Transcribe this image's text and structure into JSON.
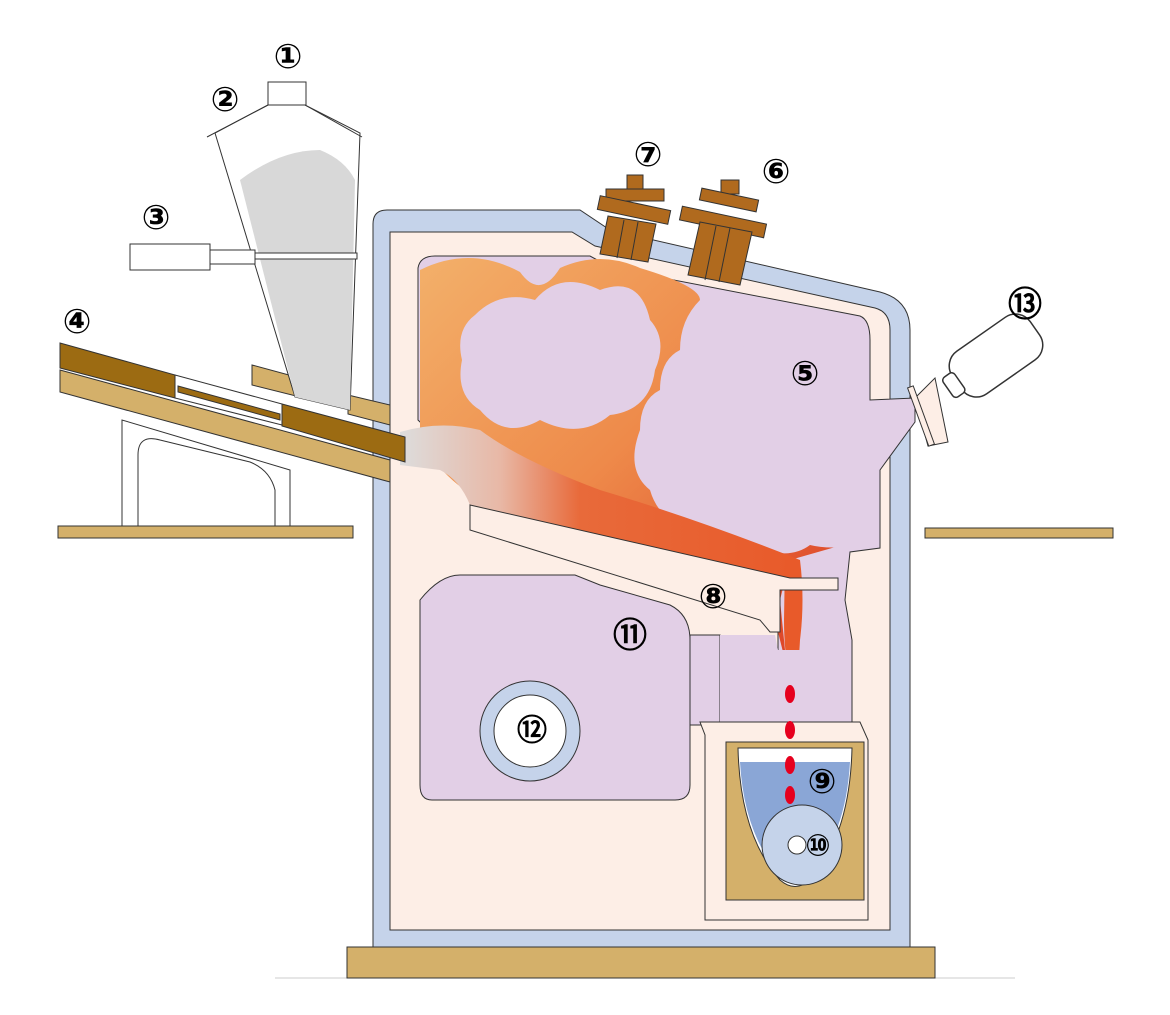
{
  "labels": {
    "n1": "①",
    "n2": "②",
    "n3": "③",
    "n4": "④",
    "n5": "⑤",
    "n6": "⑥",
    "n7": "⑦",
    "n8": "⑧",
    "n9": "⑨",
    "n10": "⑩",
    "n11": "⑪",
    "n12": "⑫",
    "n13": "⑬"
  },
  "colors": {
    "outer_casing": "#c5d3ea",
    "refractory": "#fdeee6",
    "chamber": "#e2cfe6",
    "flame_hot": "#d9331f",
    "flame_warm": "#ee8a4a",
    "flame_light": "#f3b06a",
    "base": "#d4b06a",
    "feeder_dark": "#9c6b12",
    "hopper_fill": "#d8d8d8",
    "burner": "#b06a1e",
    "water": "#8aa6d6",
    "drop": "#e6001e"
  }
}
